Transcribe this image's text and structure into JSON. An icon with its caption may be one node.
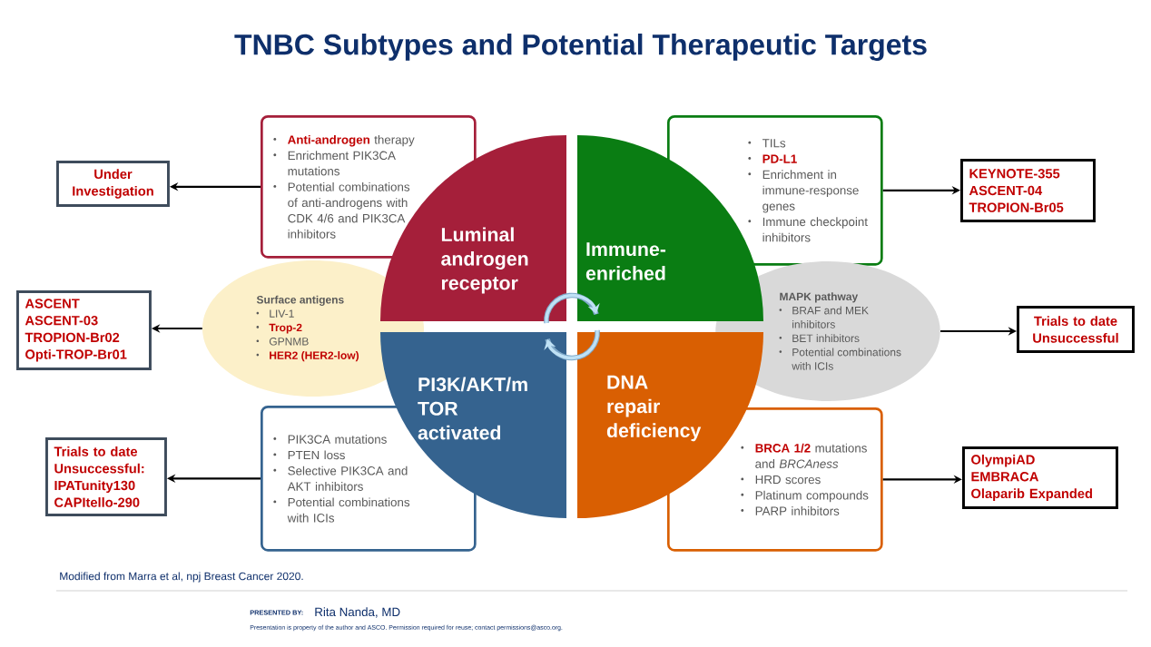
{
  "diagram": {
    "title": "TNBC Subtypes and Potential Therapeutic Targets",
    "caption": "Modified from Marra et al, npj Breast Cancer 2020.",
    "nodes": [
      {
        "text": [
          "Luminal androgen receptor"
        ]
      },
      {
        "text": [
          "Immune-enriched"
        ]
      },
      {
        "text": [
          "PI3K/AKT/m TOR activated"
        ]
      },
      {
        "text": [
          "DNA repair deficiency"
        ]
      },
      {
        "text": [
          "**Anti-androgen** therapy",
          "Enrichment PIK3CA mutations",
          "Potential combinations of anti-androgens with CDK 4/6 and PIK3CA inhibitors"
        ]
      },
      {
        "text": [
          "TILs",
          "PD-L1",
          "Enrichment in immune-response genes",
          "Immune checkpoint inhibitors"
        ]
      },
      {
        "text": [
          "PIK3CA mutations",
          "PTEN loss",
          "Selective PIK3CA and AKT inhibitors",
          "Potential combinations with ICIs"
        ]
      },
      {
        "text": [
          "**BRCA 1/2** mutations and *BRCAness*",
          "HRD scores",
          "Platinum compounds",
          "PARP inhibitors"
        ]
      },
      {
        "text": [
          "Surface antigens",
          "LIV-1",
          "Trop-2",
          "GPNMB",
          "HER2 (HER2-low)"
        ]
      },
      {
        "text": [
          "MAPK pathway",
          "BRAF and MEK inhibitors",
          "BET inhibitors",
          "Potential combinations with ICIs"
        ]
      },
      {
        "text": [
          "Under Investigation"
        ]
      },
      {
        "text": [
          "KEYNOTE-355",
          "ASCENT-04",
          "TROPION-Br05"
        ]
      },
      {
        "text": [
          "ASCENT",
          "ASCENT-03",
          "TROPION-Br02",
          "Opti-TROP-Br01"
        ]
      },
      {
        "text": [
          "Trials to date Unsuccessful"
        ]
      },
      {
        "text": [
          "Trials to date Unsuccessful:",
          "IPATunity130",
          "CAPItello-290"
        ]
      },
      {
        "text": [
          "OlympiAD",
          "EMBRACA",
          "Olaparib Expanded"
        ]
      },
      {
        "text": [],
        "shape": "circle"
      }
    ],
    "edges": [
      {
        "from": 4,
        "to": 10,
        "arrow": "to"
      },
      {
        "from": 5,
        "to": 11,
        "arrow": "to"
      },
      {
        "from": 8,
        "to": 12,
        "arrow": "to"
      },
      {
        "from": 9,
        "to": 13,
        "arrow": "to"
      },
      {
        "from": 6,
        "to": 14,
        "arrow": "to"
      },
      {
        "from": 7,
        "to": 15,
        "arrow": "to"
      }
    ],
    "labels": [
      "PRESENTED BY:",
      "Rita Nanda, MD",
      "Presentation is property of the author and ASCO. Permission required for reuse; contact permissions@asco.org."
    ]
  }
}
